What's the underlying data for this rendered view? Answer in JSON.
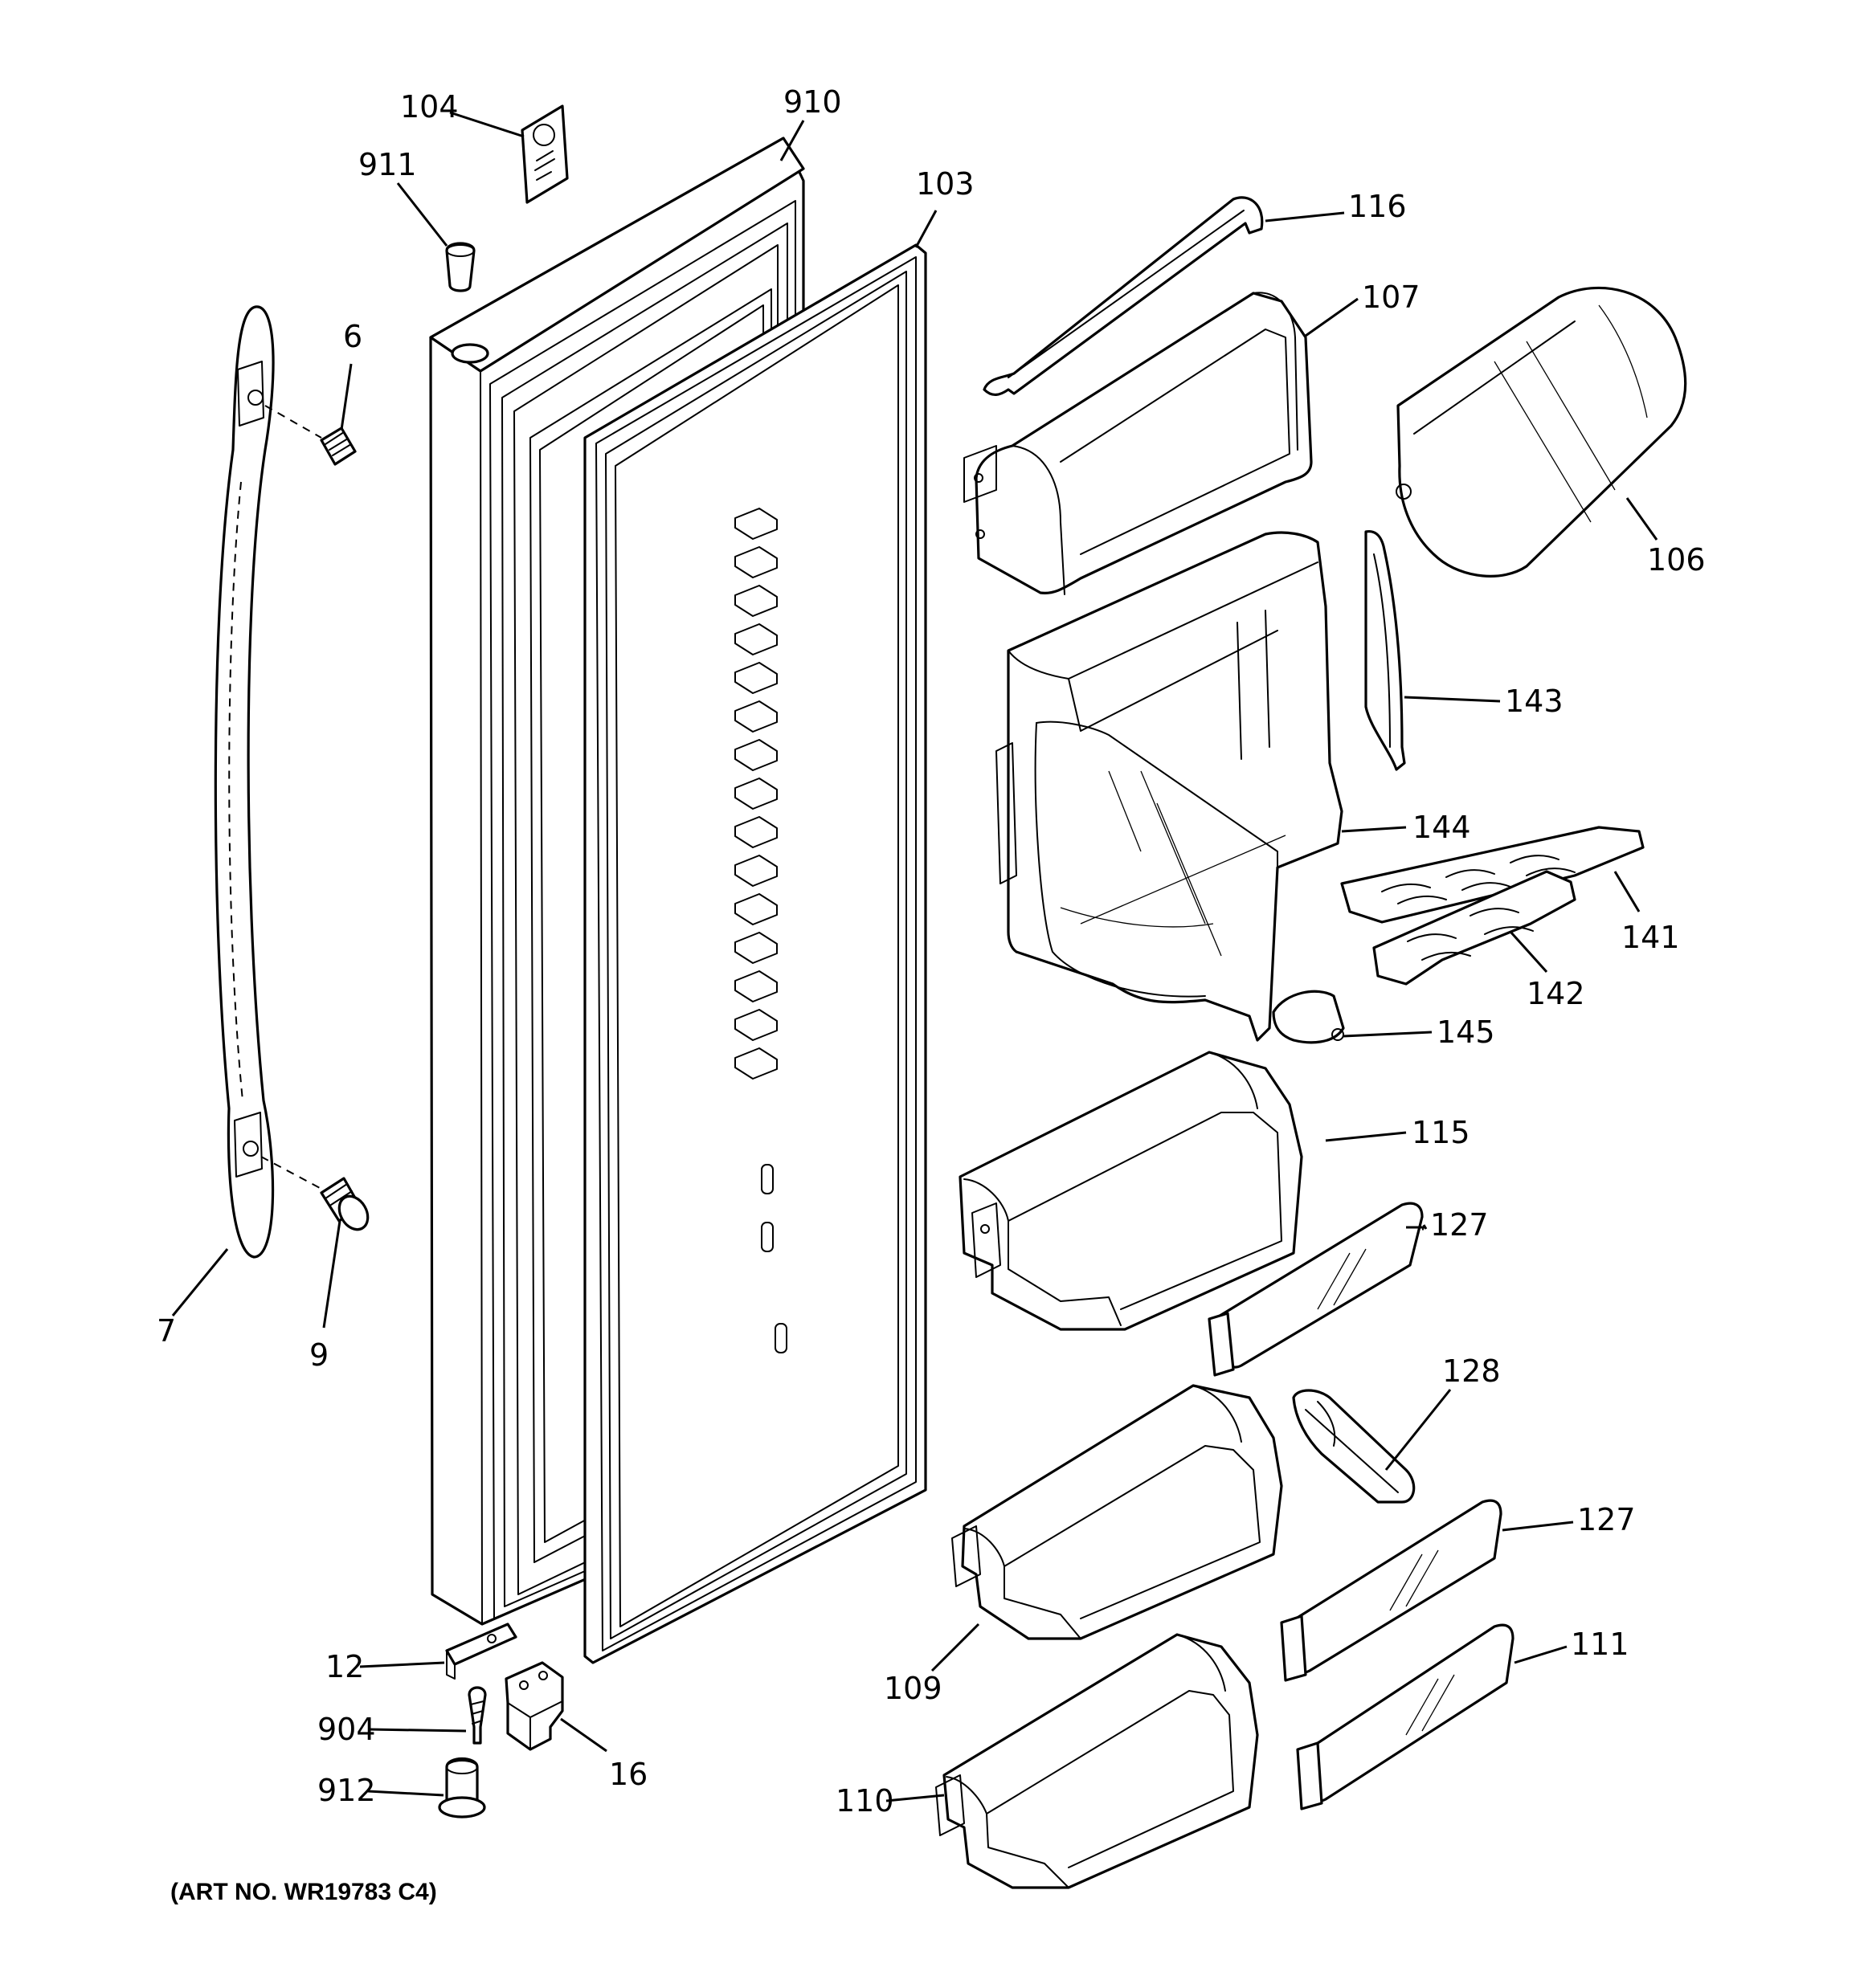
{
  "art_number": "(ART NO. WR19783 C4)",
  "callouts": {
    "c104": "104",
    "c910": "910",
    "c911": "911",
    "c103": "103",
    "c116": "116",
    "c107": "107",
    "c6": "6",
    "c106": "106",
    "c143": "143",
    "c144": "144",
    "c141": "141",
    "c142": "142",
    "c145": "145",
    "c115": "115",
    "c127a": "127",
    "c7": "7",
    "c9": "9",
    "c128": "128",
    "c127b": "127",
    "c12": "12",
    "c111": "111",
    "c109": "109",
    "c904": "904",
    "c16": "16",
    "c912": "912",
    "c110": "110"
  },
  "colors": {
    "line": "#000000",
    "background": "#ffffff"
  }
}
